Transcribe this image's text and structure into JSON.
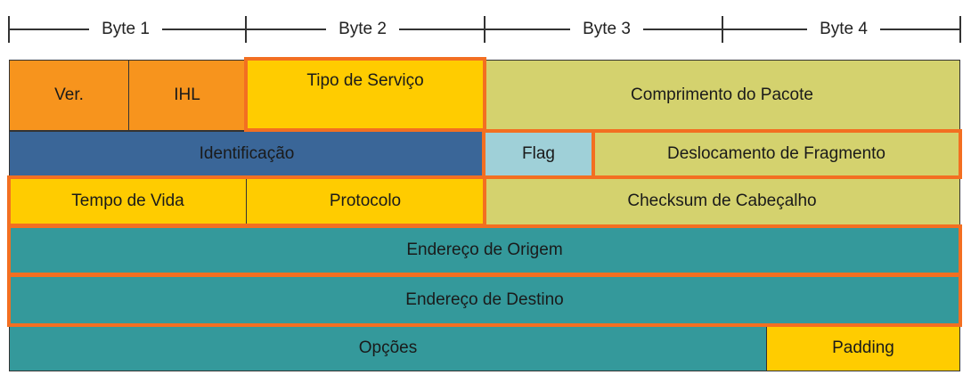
{
  "ruler": {
    "bytes": [
      "Byte 1",
      "Byte 2",
      "Byte 3",
      "Byte 4"
    ]
  },
  "colors": {
    "orange": "#f7941d",
    "yellow": "#ffcc00",
    "olive": "#d4d26e",
    "blue": "#3a6698",
    "lightblue": "#9fd0d8",
    "teal": "#34999b",
    "highlight": "#f36f21"
  },
  "fields": {
    "ver": "Ver.",
    "ihl": "IHL",
    "tipo_servico": "Tipo de Serviço",
    "comprimento": "Comprimento do Pacote",
    "identificacao": "Identificação",
    "flag": "Flag",
    "deslocamento": "Deslocamento de Fragmento",
    "tempo_vida": "Tempo de Vida",
    "protocolo": "Protocolo",
    "checksum": "Checksum de Cabeçalho",
    "origem": "Endereço de Origem",
    "destino": "Endereço de Destino",
    "opcoes": "Opções",
    "padding": "Padding"
  }
}
